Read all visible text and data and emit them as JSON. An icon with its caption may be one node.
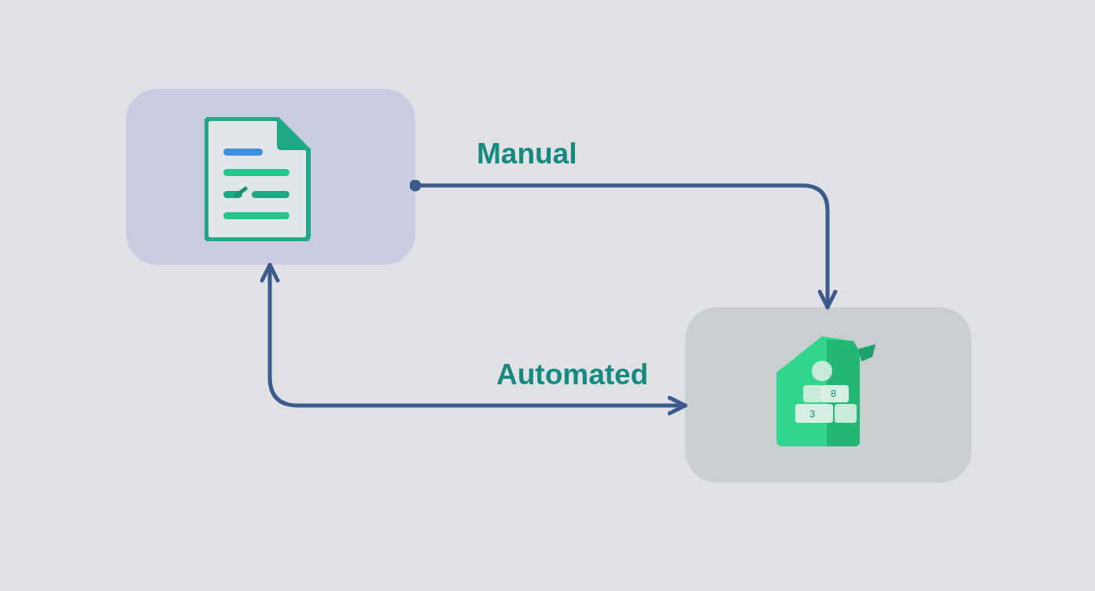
{
  "diagram": {
    "nodes": [
      {
        "text": [],
        "shape": "picture"
      },
      {
        "text": [],
        "shape": "picture"
      }
    ],
    "edges": [
      {
        "from": 0,
        "to": 1,
        "arrow": "to",
        "label": "Manual"
      },
      {
        "from": 0,
        "to": 1,
        "arrow": "both",
        "label": "Automated"
      }
    ],
    "labels": [
      "8",
      "3"
    ]
  }
}
